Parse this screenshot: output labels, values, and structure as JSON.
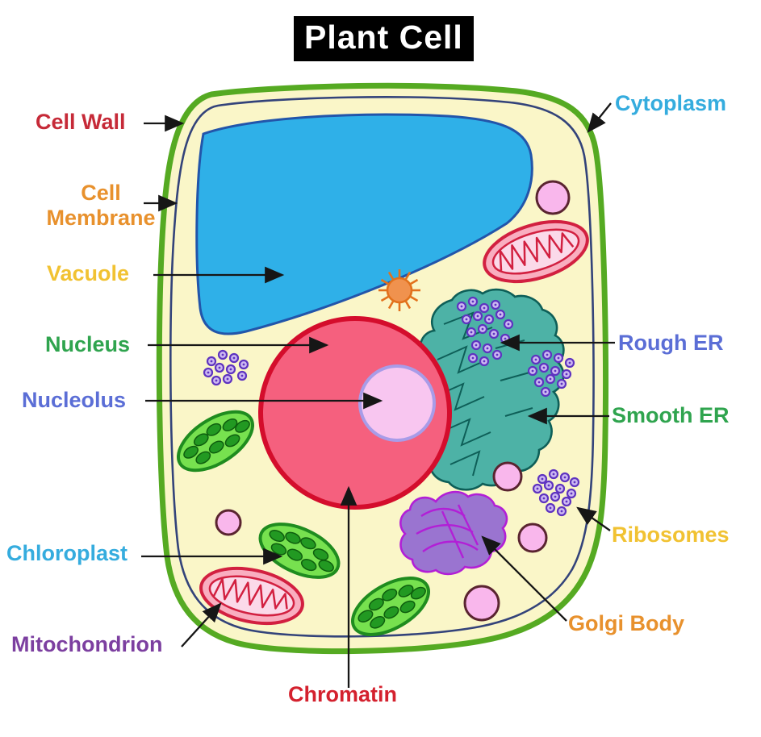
{
  "title": "Plant Cell",
  "diagram": {
    "labels": {
      "cell_wall": "Cell Wall",
      "cell_membrane": "Cell Membrane",
      "vacuole": "Vacuole",
      "nucleus": "Nucleus",
      "nucleolus": "Nucleolus",
      "chloroplast": "Chloroplast",
      "mitochondrion": "Mitochondrion",
      "chromatin": "Chromatin",
      "cytoplasm": "Cytoplasm",
      "rough_er": "Rough ER",
      "smooth_er": "Smooth ER",
      "ribosomes": "Ribosomes",
      "golgi_body": "Golgi Body"
    },
    "label_colors": {
      "cell_wall": "#C62A38",
      "cell_membrane": "#E8912D",
      "vacuole": "#F1C232",
      "nucleus": "#2FA44E",
      "nucleolus": "#5B6ED6",
      "chloroplast": "#35ACDE",
      "mitochondrion": "#7C3FA0",
      "chromatin": "#D4212E",
      "cytoplasm": "#35ACDE",
      "rough_er": "#5B6ED6",
      "smooth_er": "#2FA44E",
      "ribosomes": "#F1C232",
      "golgi_body": "#E8912D"
    },
    "organelle_colors": {
      "cell_wall_green": "#55AA22",
      "membrane_navy": "#33437A",
      "cytoplasm_cream": "#FAF6C8",
      "vacuole_blue": "#2FB0E8",
      "vacuole_border": "#2255AA",
      "nucleus_pink": "#F5607E",
      "nucleus_border": "#D40D2C",
      "nucleolus_pink": "#F8C6F0",
      "nucleolus_border": "#A89CE8",
      "chloroplast_green": "#77E14F",
      "chloroplast_border": "#1F8C1F",
      "mitochondrion_pink": "#F9AEC0",
      "mitochondrion_border": "#D22040",
      "er_teal": "#4DB2A6",
      "er_teal_dark": "#0E5F58",
      "golgi_purple": "#9A74D0",
      "golgi_lines": "#B21FD6",
      "ribosome_purple": "#5E33C0",
      "vesicle_pink": "#F9B7EC",
      "vesicle_border": "#5A2430",
      "sun_orange": "#F0924E",
      "sun_border": "#E2711C",
      "arrow_black": "#161616",
      "title_bg": "#000000",
      "title_fg": "#FFFFFF"
    }
  }
}
